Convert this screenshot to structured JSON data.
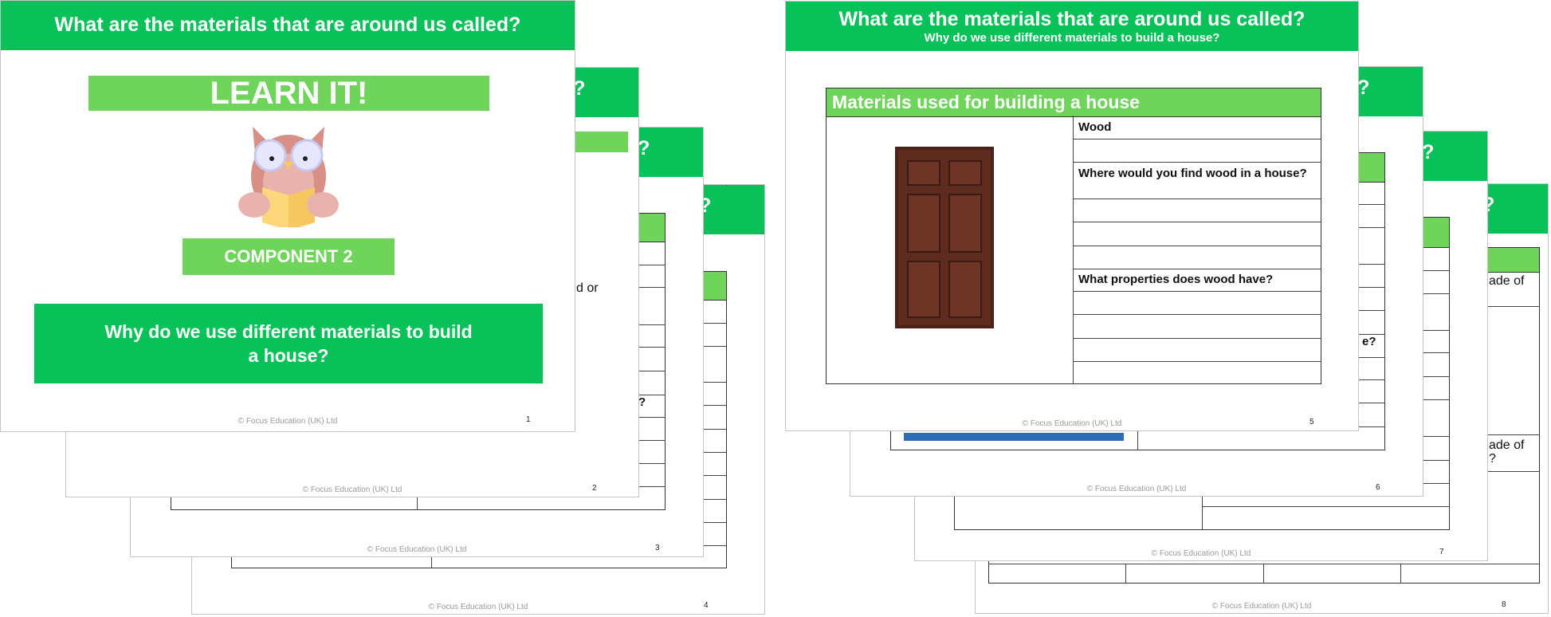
{
  "deck_title": "What are the materials that are around us called?",
  "footer": "© Focus Education (UK) Ltd",
  "slide1": {
    "learn": "LEARN IT!",
    "component": "COMPONENT 2",
    "question": "Why do we use different materials to build a house?",
    "page": "1"
  },
  "slide2": {
    "fragment": "d or",
    "page": "2"
  },
  "slide3": {
    "fragment": "?",
    "page": "3"
  },
  "slide4": {
    "page": "4"
  },
  "slide5": {
    "subtitle": "Why do we use different materials to build a house?",
    "table_title": "Materials used for building a house",
    "material": "Wood",
    "q1": "Where would you find wood in a house?",
    "q2": "What properties does wood have?",
    "page": "5"
  },
  "slide6": {
    "fragment": "e?",
    "page": "6"
  },
  "slide7": {
    "page": "7"
  },
  "slide8": {
    "fragment1": "ade of",
    "fragment2": "ade of",
    "fragment3": "?",
    "page": "8"
  },
  "colors": {
    "header_green": "#08c159",
    "light_green": "#6fd45a",
    "blue_bar": "#2e6db4"
  }
}
